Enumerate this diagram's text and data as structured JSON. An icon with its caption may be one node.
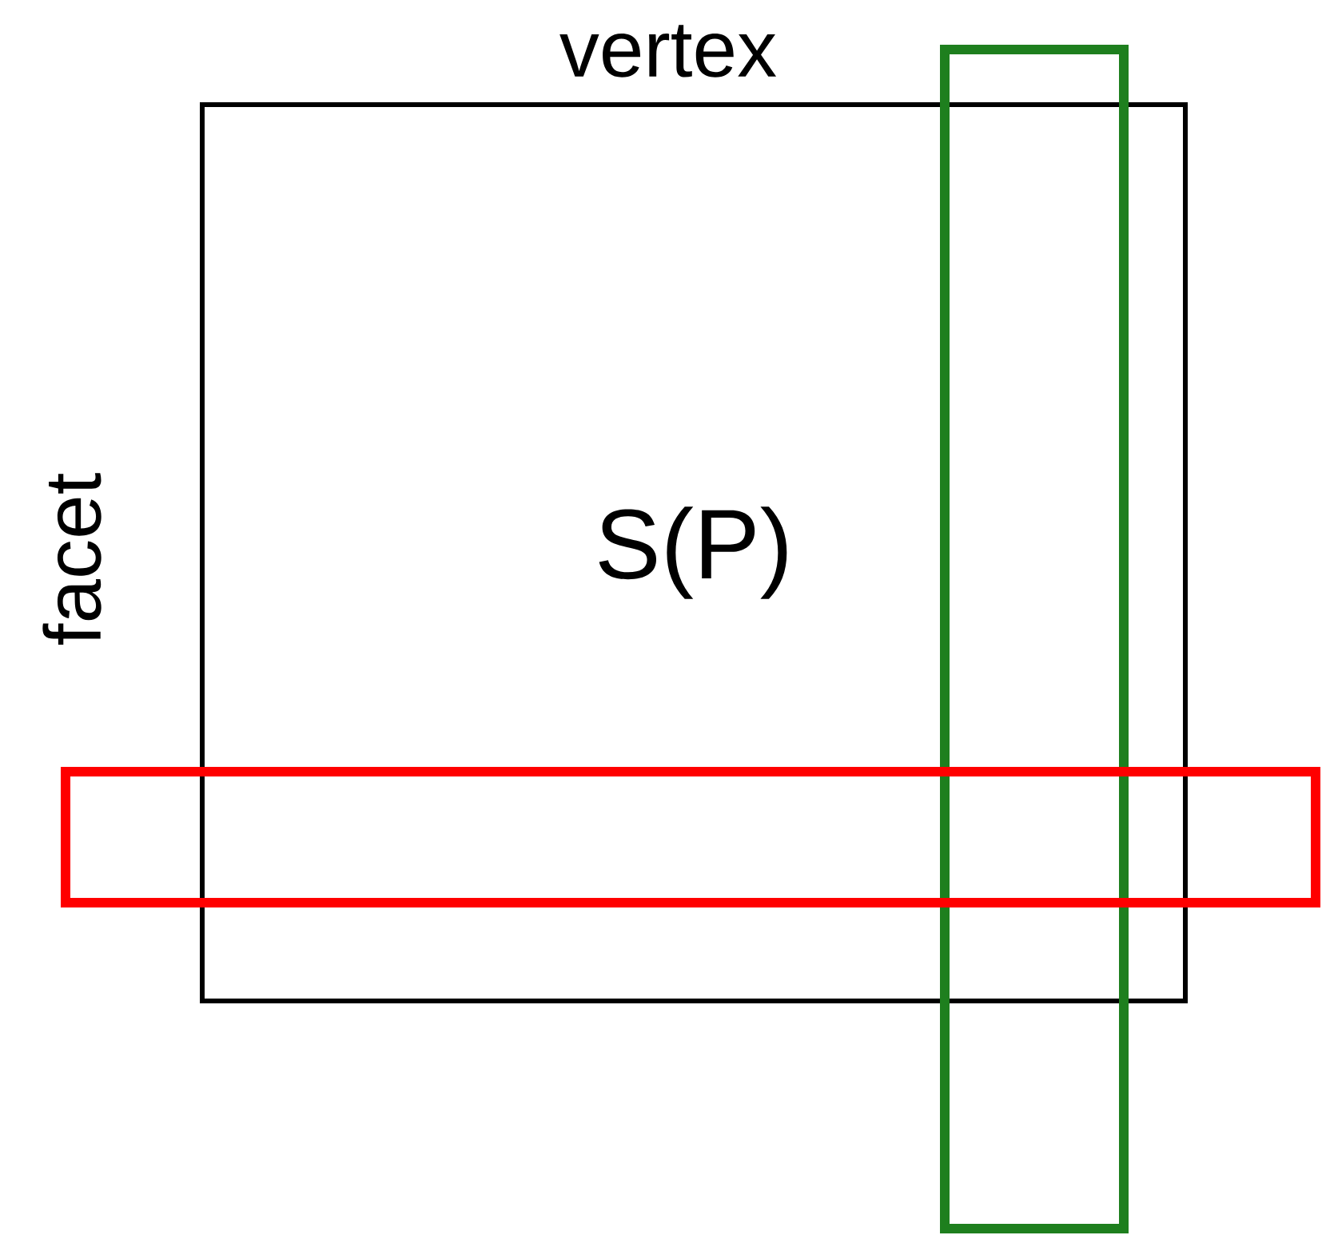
{
  "diagram": {
    "nodes": [
      {
        "text": [
          "S(P)"
        ]
      },
      {
        "text": [
          "vertex"
        ]
      },
      {
        "text": [
          "facet"
        ]
      }
    ]
  }
}
